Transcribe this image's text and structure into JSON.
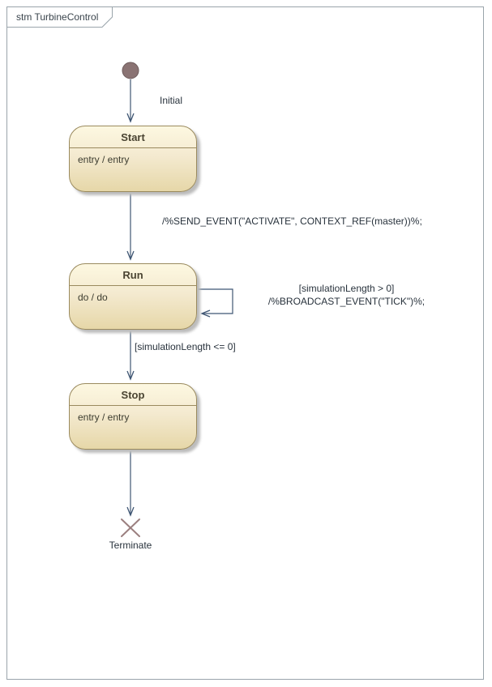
{
  "frame": {
    "title": "stm TurbineControl"
  },
  "nodes": {
    "initial": {
      "label": "Initial"
    },
    "start": {
      "title": "Start",
      "body": "entry / entry"
    },
    "run": {
      "title": "Run",
      "body": "do / do"
    },
    "stop": {
      "title": "Stop",
      "body": "entry / entry"
    },
    "terminate": {
      "label": "Terminate"
    }
  },
  "transitions": {
    "start_to_run": "/%SEND_EVENT(\"ACTIVATE\", CONTEXT_REF(master))%;",
    "run_self": {
      "guard": "[simulationLength > 0]",
      "effect": "/%BROADCAST_EVENT(\"TICK\")%;"
    },
    "run_to_stop": "[simulationLength <= 0]"
  },
  "colors": {
    "frame_border": "#9aa4ab",
    "state_border": "#9a8a5e",
    "state_fill_top": "#fdf8e1",
    "state_fill_bottom": "#e6d7a8",
    "transition_line": "#3f5673",
    "initial_node_fill": "#8a7373",
    "terminate_node": "#9b7f7f"
  }
}
